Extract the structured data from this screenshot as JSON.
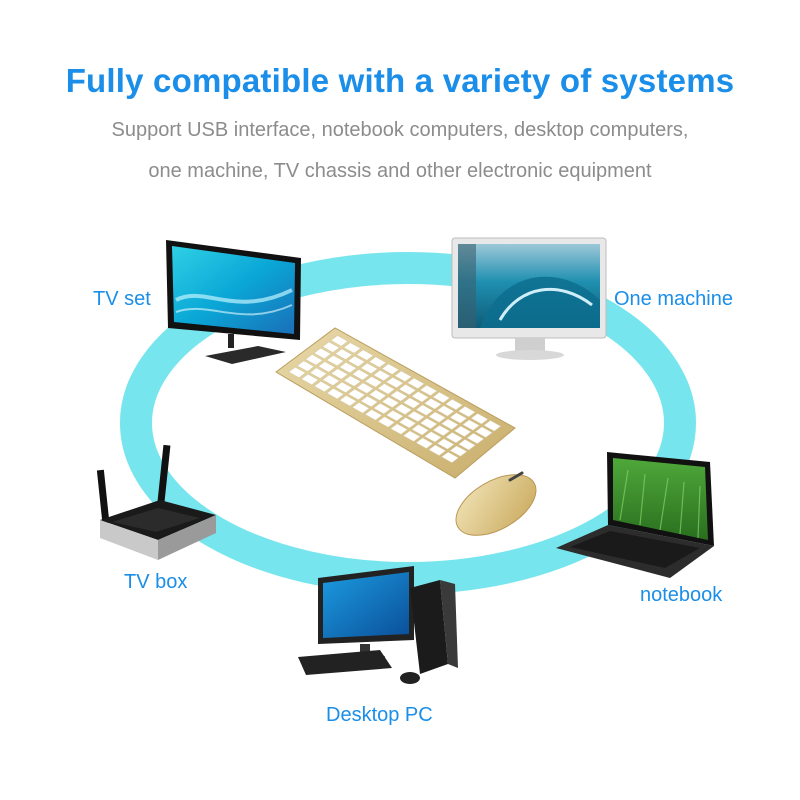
{
  "headline": "Fully compatible with a variety of systems",
  "subtitle_line1": "Support USB interface, notebook computers, desktop computers,",
  "subtitle_line2": "one machine, TV chassis and other electronic equipment",
  "devices": {
    "tv_set": "TV set",
    "one_machine": "One machine",
    "tv_box": "TV box",
    "notebook": "notebook",
    "desktop_pc": "Desktop PC"
  },
  "colors": {
    "headline": "#1a8ee8",
    "subtitle": "#8c8c8c",
    "ring": "#5fe1ea",
    "keyboard": "#d9c58e"
  },
  "icons": [
    "tv-set-icon",
    "all-in-one-computer-icon",
    "tv-box-icon",
    "laptop-icon",
    "desktop-pc-icon",
    "keyboard-icon",
    "mouse-icon"
  ]
}
